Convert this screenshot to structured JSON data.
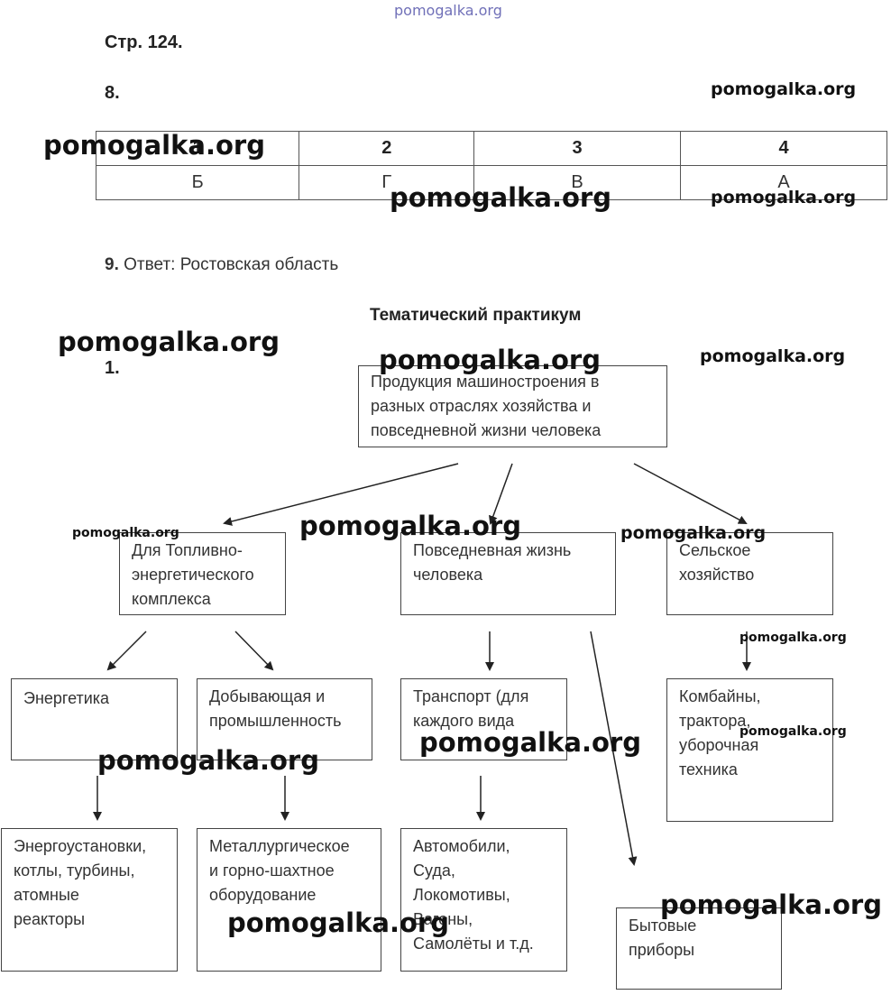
{
  "watermark": "pomogalka.org",
  "page_ref": "Стр. 124.",
  "task8": {
    "number": "8.",
    "headers": [
      "1",
      "2",
      "3",
      "4"
    ],
    "answers": [
      "Б",
      "Г",
      "В",
      "А"
    ]
  },
  "task9": {
    "number": "9.",
    "answer": "Ответ: Ростовская область"
  },
  "section_title": "Тематический практикум",
  "task1_number": "1.",
  "diagram": {
    "root": [
      "Продукция машиностроения в",
      "разных отраслях хозяйства и",
      "повседневной жизни человека"
    ],
    "fuel": [
      "Для Топливно-",
      "энергетического",
      "комплекса"
    ],
    "daily": [
      "Повседневная жизнь",
      "человека"
    ],
    "agri": [
      "Сельское",
      "хозяйство"
    ],
    "energy": [
      "Энергетика"
    ],
    "mining": [
      "Добывающая  и",
      "промышленность"
    ],
    "transport": [
      "Транспорт (для",
      "каждого вида"
    ],
    "harvest": [
      "Комбайны,",
      "трактора,",
      "уборочная",
      "техника"
    ],
    "power_units": [
      "Энергоустановки,",
      "котлы, турбины,",
      "атомные",
      "реакторы"
    ],
    "metallurgy": [
      "Металлургическое",
      "и горно-шахтное",
      "оборудование"
    ],
    "vehicles": [
      "Автомобили,",
      "Суда,",
      "Локомотивы,",
      "Вагоны,",
      "Самолёты и т.д."
    ],
    "appliances": [
      "Бытовые",
      "приборы"
    ]
  }
}
